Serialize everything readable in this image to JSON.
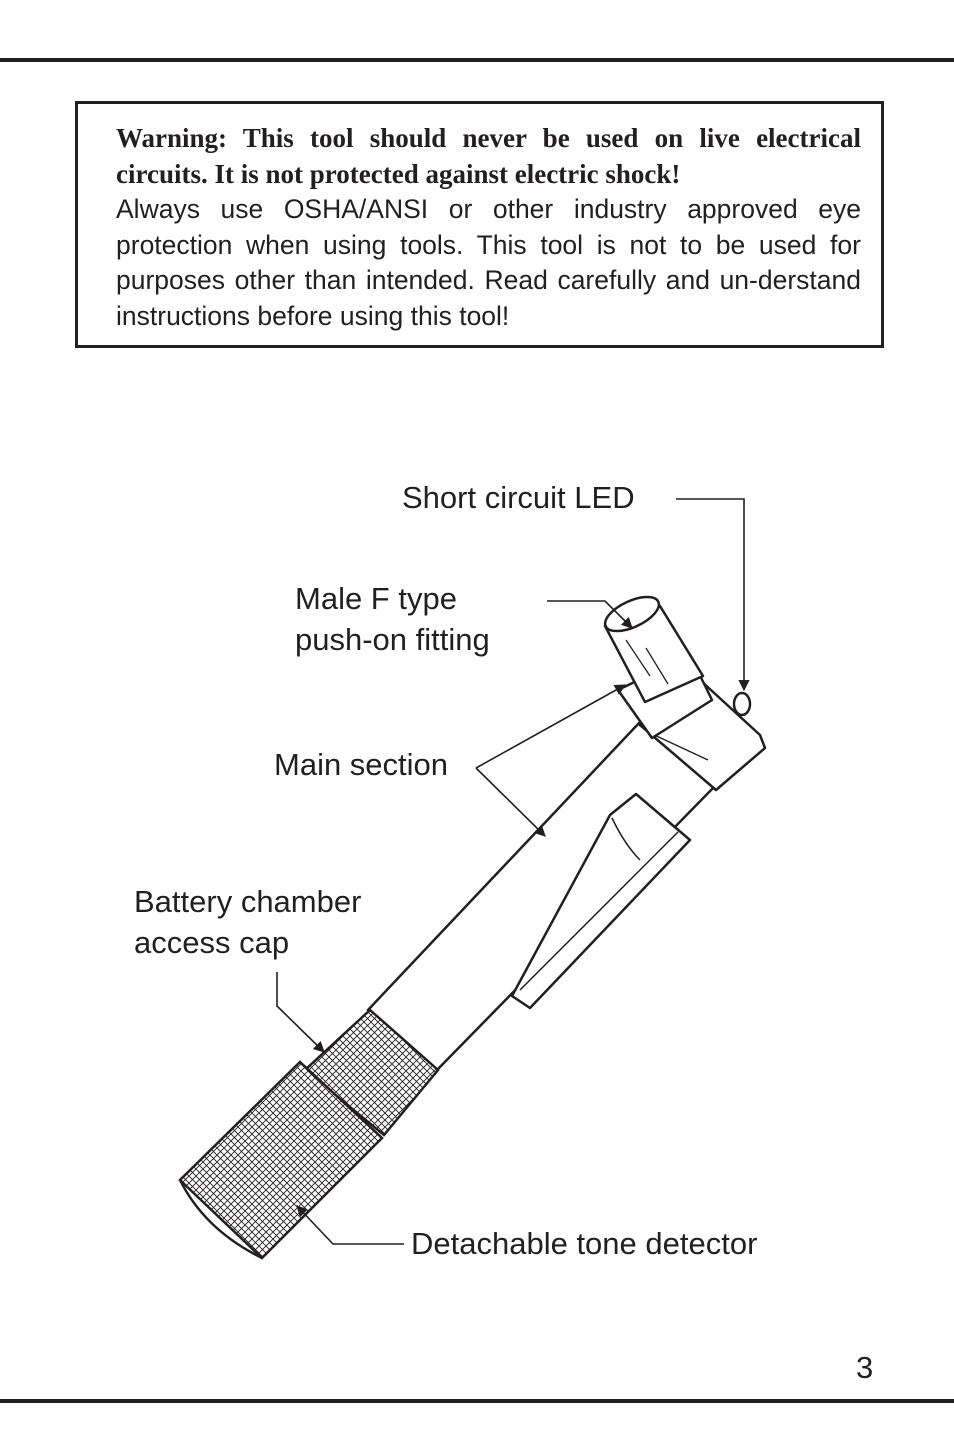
{
  "warning": {
    "heading": "Warning: This tool should never be used on live electrical circuits. It is not protected against electric shock!",
    "body": "Always use OSHA/ANSI or other industry approved eye protection when using tools. This tool is not to be used for purposes other than intended. Read carefully and un-derstand instructions before using this tool!"
  },
  "labels": {
    "led": "Short circuit LED",
    "fitting_line1": "Male F type",
    "fitting_line2": "push-on fitting",
    "main_section": "Main section",
    "battery_line1": "Battery chamber",
    "battery_line2": "access cap",
    "detector": "Detachable tone detector"
  },
  "page_number": "3"
}
